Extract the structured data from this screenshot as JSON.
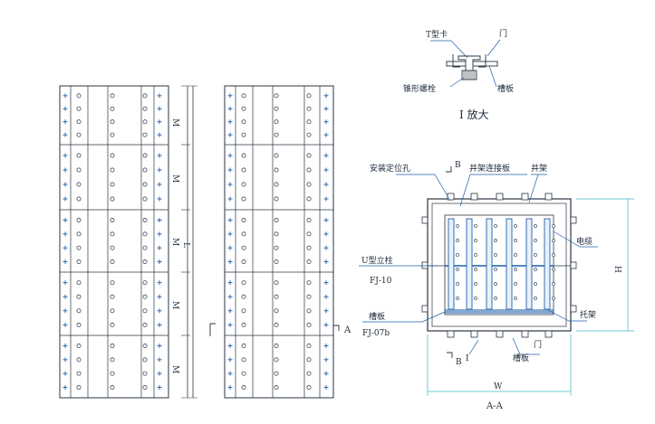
{
  "colors": {
    "line": "#2a3441",
    "dim": "#3fb6c9",
    "blue": "#1f5fa8",
    "bg": "#ffffff"
  },
  "elevation": {
    "m_label": "M",
    "l_label": "L",
    "a_label": "A"
  },
  "detail": {
    "t_clip": "T型卡",
    "door": "门",
    "cone_bolt": "锥形螺栓",
    "channel": "槽板",
    "title": "I 放大"
  },
  "section": {
    "mount_hole": "安装定位孔",
    "b_top": "B",
    "frame_plate": "井架连接板",
    "frame": "井架",
    "cable": "电缆",
    "u_post": "U型立柱",
    "u_post_code": "FJ-10",
    "channel_left": "槽板",
    "channel_code": "FJ-07b",
    "support": "托架",
    "door": "门",
    "i_label": "I",
    "channel_bottom": "槽板",
    "b_bottom": "B",
    "h_label": "H",
    "w_label": "W",
    "title": "A-A"
  }
}
